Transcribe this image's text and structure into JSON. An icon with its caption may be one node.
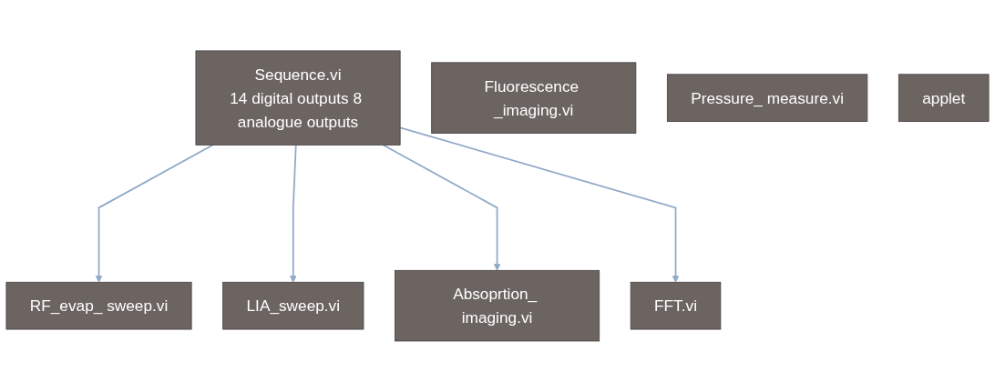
{
  "diagram": {
    "nodes": [
      {
        "text": [
          "RF_evap_ sweep.vi"
        ]
      },
      {
        "text": [
          "Fluorescence _imaging.vi"
        ]
      },
      {
        "text": [
          "LIA_sweep.vi"
        ]
      },
      {
        "text": [
          "Sequence.vi",
          "14 digital outputs 8 analogue outputs"
        ]
      },
      {
        "text": [
          "Absoprtion_ imaging.vi"
        ]
      },
      {
        "text": [
          "Pressure_ measure.vi"
        ]
      },
      {
        "text": [
          "FFT.vi"
        ]
      },
      {
        "text": [
          "applet"
        ]
      }
    ],
    "edges": [
      {
        "from": 3,
        "to": 0,
        "arrow": "to"
      },
      {
        "from": 3,
        "to": 2,
        "arrow": "to"
      },
      {
        "from": 3,
        "to": 4,
        "arrow": "to"
      },
      {
        "from": 3,
        "to": 6,
        "arrow": "to"
      }
    ]
  }
}
